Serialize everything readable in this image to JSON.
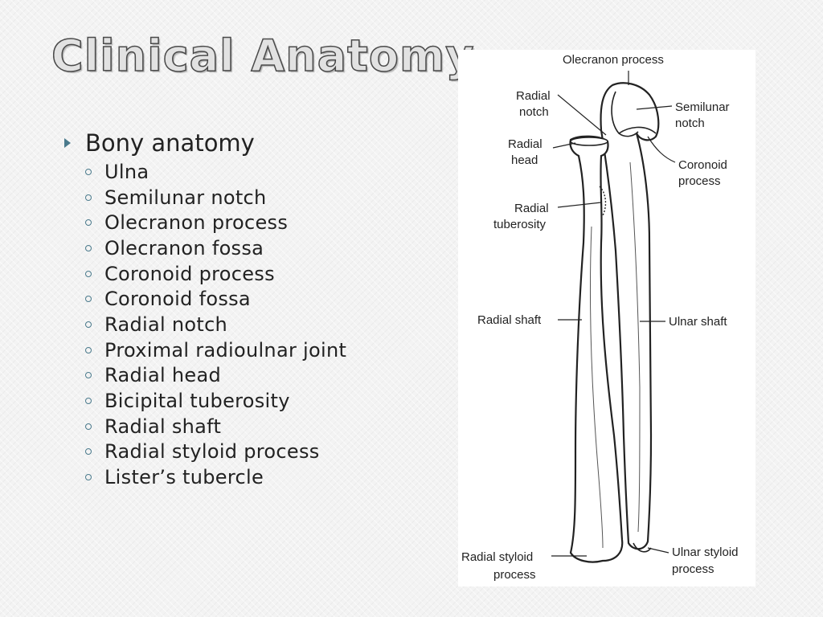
{
  "slide": {
    "title": "Clinical Anatomy"
  },
  "bullets": {
    "main": "Bony anatomy",
    "subs": [
      "Ulna",
      "Semilunar notch",
      "Olecranon process",
      "Olecranon fossa",
      "Coronoid process",
      "Coronoid fossa",
      "Radial notch",
      "Proximal radioulnar joint",
      "Radial head",
      "Bicipital tuberosity",
      "Radial shaft",
      "Radial styloid process",
      "Lister’s tubercle"
    ]
  },
  "figure": {
    "labels": {
      "olecranon_process": "Olecranon process",
      "radial_notch_1": "Radial",
      "radial_notch_2": "notch",
      "semilunar_notch_1": "Semilunar",
      "semilunar_notch_2": "notch",
      "radial_head_1": "Radial",
      "radial_head_2": "head",
      "coronoid_process_1": "Coronoid",
      "coronoid_process_2": "process",
      "radial_tuberosity_1": "Radial",
      "radial_tuberosity_2": "tuberosity",
      "radial_shaft": "Radial shaft",
      "ulnar_shaft": "Ulnar shaft",
      "radial_styloid_1": "Radial styloid",
      "radial_styloid_2": "process",
      "ulnar_styloid_1": "Ulnar styloid",
      "ulnar_styloid_2": "process"
    }
  }
}
